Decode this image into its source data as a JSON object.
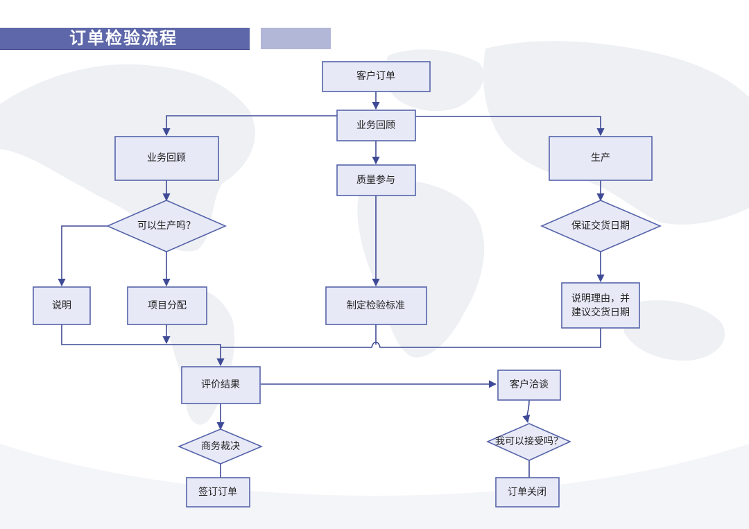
{
  "header": {
    "title": "订单检验流程"
  },
  "colors": {
    "title_bar": "#5d67a9",
    "title_accent": "#b2b7d8",
    "node_fill": "#e7e9f7",
    "node_stroke": "#5563a8",
    "connector": "#3f4a96",
    "background_map": "#eef0f4"
  },
  "nodes": [
    {
      "id": "customer-order",
      "shape": "rect",
      "label": "客户订单"
    },
    {
      "id": "business-review-top",
      "shape": "rect",
      "label": "业务回顾"
    },
    {
      "id": "business-review-left",
      "shape": "rect",
      "label": "业务回顾"
    },
    {
      "id": "quality-participation",
      "shape": "rect",
      "label": "质量参与"
    },
    {
      "id": "production",
      "shape": "rect",
      "label": "生产"
    },
    {
      "id": "can-produce",
      "shape": "diamond",
      "label": "可以生产吗？"
    },
    {
      "id": "guarantee-delivery",
      "shape": "diamond",
      "label": "保证交货日期"
    },
    {
      "id": "explain",
      "shape": "rect",
      "label": "说明"
    },
    {
      "id": "project-assignment",
      "shape": "rect",
      "label": "项目分配"
    },
    {
      "id": "inspection-standard",
      "shape": "rect",
      "label": "制定检验标准"
    },
    {
      "id": "explain-reason",
      "shape": "rect",
      "label": [
        "说明理由，并",
        "建议交货日期"
      ]
    },
    {
      "id": "evaluate-result",
      "shape": "rect",
      "label": "评价结果"
    },
    {
      "id": "customer-negotiation",
      "shape": "rect",
      "label": "客户洽谈"
    },
    {
      "id": "business-ruling",
      "shape": "diamond",
      "label": "商务裁决"
    },
    {
      "id": "acceptable",
      "shape": "diamond",
      "label": "我可以接受吗？"
    },
    {
      "id": "sign-order",
      "shape": "rect",
      "label": "签订订单"
    },
    {
      "id": "order-closed",
      "shape": "rect",
      "label": "订单关闭"
    }
  ],
  "edges": [
    {
      "from": "customer-order",
      "to": "business-review-top"
    },
    {
      "from": "business-review-top",
      "to": "business-review-left"
    },
    {
      "from": "business-review-top",
      "to": "quality-participation"
    },
    {
      "from": "business-review-top",
      "to": "production"
    },
    {
      "from": "business-review-left",
      "to": "can-produce"
    },
    {
      "from": "can-produce",
      "to": "explain"
    },
    {
      "from": "can-produce",
      "to": "project-assignment"
    },
    {
      "from": "quality-participation",
      "to": "inspection-standard"
    },
    {
      "from": "production",
      "to": "guarantee-delivery"
    },
    {
      "from": "guarantee-delivery",
      "to": "explain-reason"
    },
    {
      "from": "explain",
      "to": "evaluate-result"
    },
    {
      "from": "project-assignment",
      "to": "evaluate-result"
    },
    {
      "from": "inspection-standard",
      "to": "evaluate-result"
    },
    {
      "from": "explain-reason",
      "to": "evaluate-result"
    },
    {
      "from": "evaluate-result",
      "to": "customer-negotiation"
    },
    {
      "from": "evaluate-result",
      "to": "business-ruling"
    },
    {
      "from": "business-ruling",
      "to": "sign-order"
    },
    {
      "from": "customer-negotiation",
      "to": "acceptable"
    },
    {
      "from": "acceptable",
      "to": "order-closed"
    }
  ]
}
